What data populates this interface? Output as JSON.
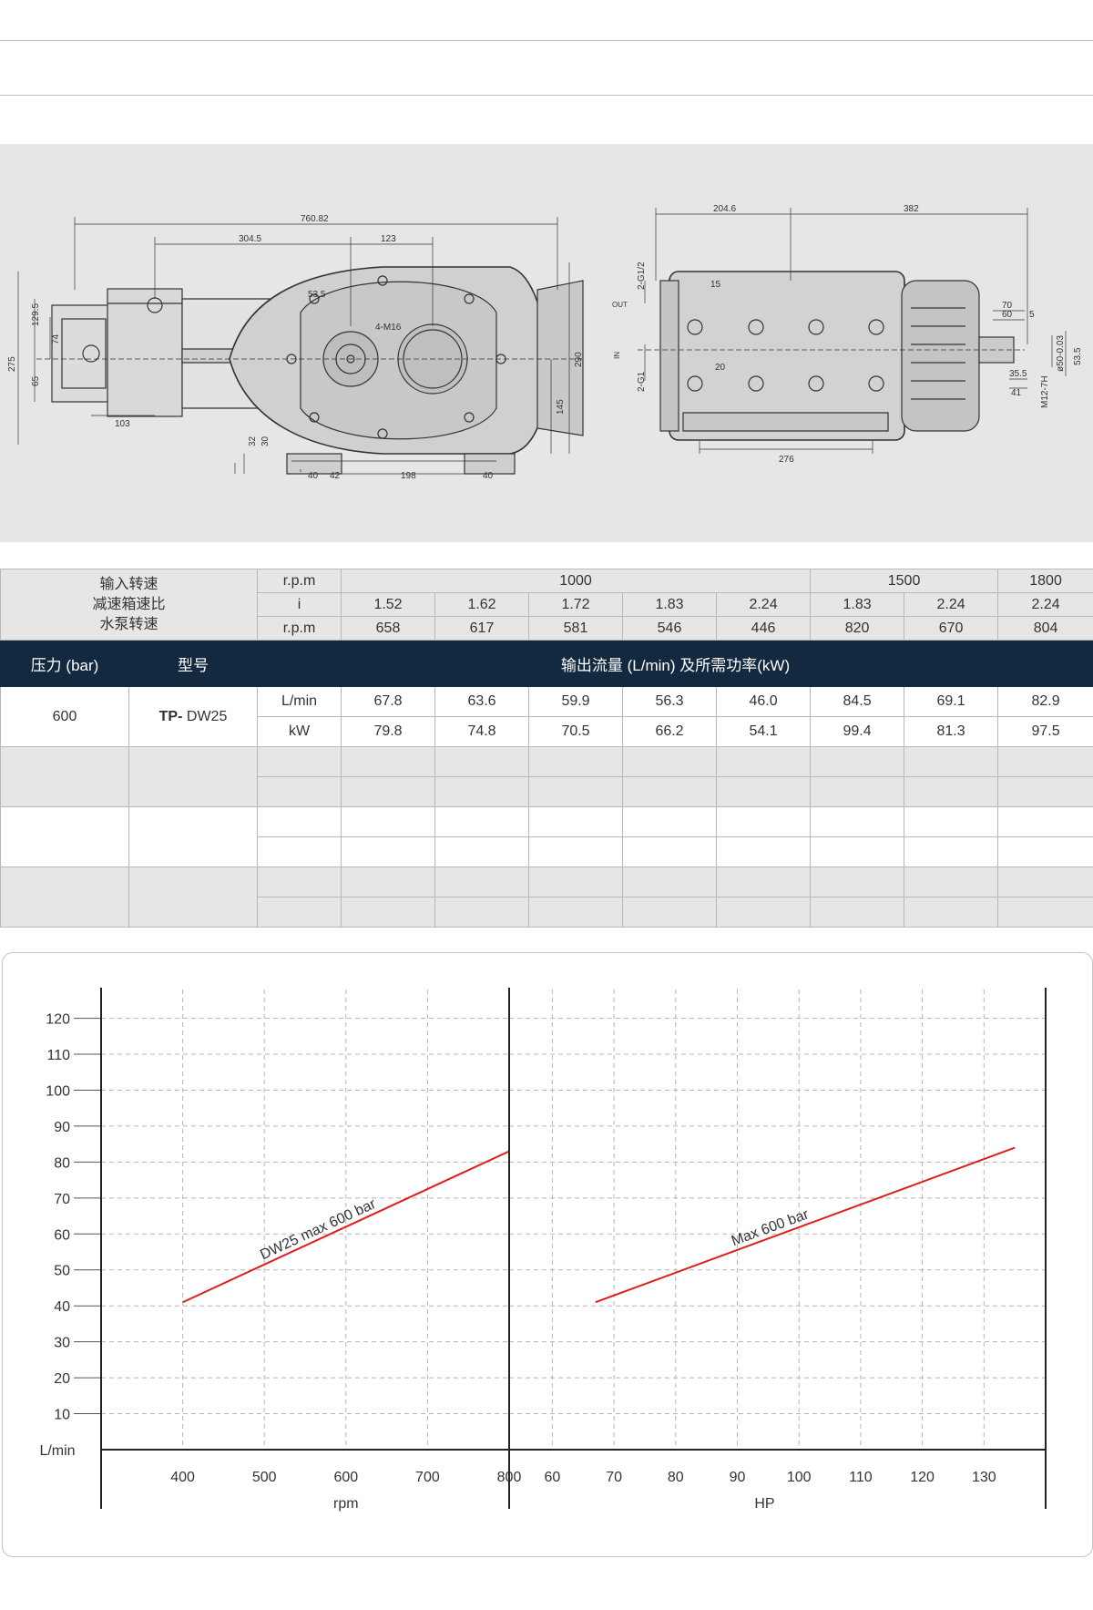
{
  "drawing": {
    "side_view": {
      "dims": {
        "overall_length": "760.82",
        "pump_to_input": "304.5",
        "input_to_output": "123",
        "shaft_height": "129.5",
        "housing_height": "74",
        "total_height": "275",
        "lower_height": "65",
        "input_length": "103",
        "gear_height": "290",
        "output_height": "145",
        "base_a": "32",
        "base_b": "30",
        "foot_a": "40",
        "foot_b": "42",
        "foot_span": "198",
        "foot_c": "40",
        "angle": "53.5",
        "bolt": "4-M16"
      }
    },
    "front_view": {
      "dims": {
        "left_width": "204.6",
        "right_width": "382",
        "inlet_port": "2-G1/2",
        "outlet_label": "OUT",
        "inlet_label": "IN",
        "inlet_thread": "2-G1",
        "port_offset": "15",
        "port_depth": "20",
        "base_width": "276",
        "shaft_len_a": "70",
        "shaft_len_b": "60",
        "shaft_key": "5",
        "shaft_len_c": "35.5",
        "shaft_len_d": "41",
        "shaft_dia": "ø50-0.03",
        "shaft_key_h": "53.5",
        "thread": "M12-7H"
      }
    }
  },
  "table": {
    "labels": {
      "input_speed": "输入转速",
      "ratio": "减速箱速比",
      "pump_speed": "水泵转速"
    },
    "units": {
      "rpm": "r.p.m",
      "ratio": "i"
    },
    "input_speeds": [
      {
        "value": "1000",
        "span": 5
      },
      {
        "value": "1500",
        "span": 2
      },
      {
        "value": "1800",
        "span": 1
      }
    ],
    "ratios": [
      "1.52",
      "1.62",
      "1.72",
      "1.83",
      "2.24",
      "1.83",
      "2.24",
      "2.24"
    ],
    "pump_speeds": [
      "658",
      "617",
      "581",
      "546",
      "446",
      "820",
      "670",
      "804"
    ],
    "dark_header": {
      "pressure": "压力 (bar)",
      "model": "型号",
      "output": "输出流量 (L/min) 及所需功率(kW)"
    },
    "rows": [
      {
        "pressure": "600",
        "model_prefix": "TP-",
        "model_name": "DW25",
        "flow_unit": "L/min",
        "power_unit": "kW",
        "flow": [
          "67.8",
          "63.6",
          "59.9",
          "56.3",
          "46.0",
          "84.5",
          "69.1",
          "82.9"
        ],
        "power": [
          "79.8",
          "74.8",
          "70.5",
          "66.2",
          "54.1",
          "99.4",
          "81.3",
          "97.5"
        ]
      }
    ]
  },
  "chart_data": [
    {
      "type": "line",
      "xlabel": "rpm",
      "ylabel": "L/min",
      "x_ticks": [
        400,
        500,
        600,
        700,
        800
      ],
      "y_ticks": [
        10,
        20,
        30,
        40,
        50,
        60,
        70,
        80,
        90,
        100,
        110,
        120
      ],
      "xlim": [
        300,
        800
      ],
      "ylim": [
        0,
        128
      ],
      "grid": true,
      "series": [
        {
          "name": "DW25 max 600 bar",
          "color": "#e01e1e",
          "x": [
            400,
            800
          ],
          "y": [
            41,
            83
          ]
        }
      ]
    },
    {
      "type": "line",
      "xlabel": "HP",
      "ylabel": "L/min",
      "x_ticks": [
        60,
        70,
        80,
        90,
        100,
        110,
        120,
        130
      ],
      "y_ticks": [
        10,
        20,
        30,
        40,
        50,
        60,
        70,
        80,
        90,
        100,
        110,
        120
      ],
      "xlim": [
        53,
        140
      ],
      "ylim": [
        0,
        128
      ],
      "grid": true,
      "series": [
        {
          "name": "Max 600 bar",
          "color": "#e01e1e",
          "x": [
            67,
            135
          ],
          "y": [
            41,
            84
          ]
        }
      ]
    }
  ]
}
